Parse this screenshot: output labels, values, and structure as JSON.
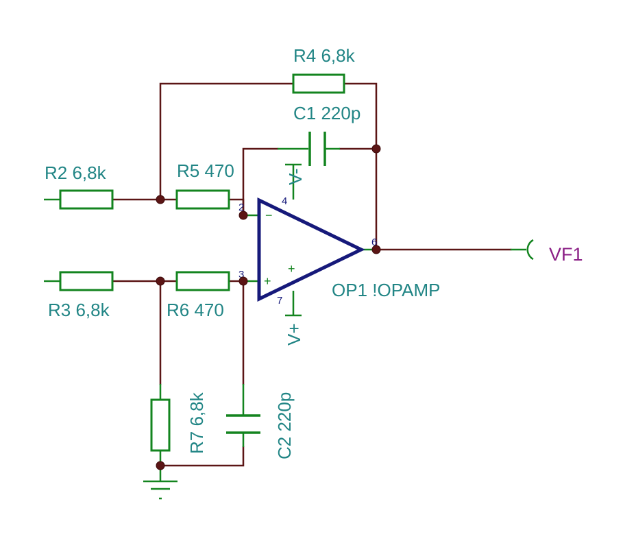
{
  "components": {
    "r4": {
      "name": "R4",
      "value": "6,8k"
    },
    "c1": {
      "name": "C1",
      "value": "220p"
    },
    "r2": {
      "name": "R2",
      "value": "6,8k"
    },
    "r5": {
      "name": "R5",
      "value": "470"
    },
    "r3": {
      "name": "R3",
      "value": "6,8k"
    },
    "r6": {
      "name": "R6",
      "value": "470"
    },
    "r7": {
      "name": "R7",
      "value": "6,8k"
    },
    "c2": {
      "name": "C2",
      "value": "220p"
    },
    "op1": {
      "name": "OP1",
      "value": "!OPAMP"
    }
  },
  "labels": {
    "r4": "R4 6,8k",
    "c1": "C1 220p",
    "r2": "R2 6,8k",
    "r5": "R5 470",
    "r3": "R3 6,8k",
    "r6": "R6 470",
    "r7": "R7 6,8k",
    "c2": "C2 220p",
    "op1": "OP1 !OPAMP"
  },
  "opamp_pins": {
    "inverting": "2",
    "non_inverting": "3",
    "output": "6",
    "neg_supply": "4",
    "pos_supply": "7"
  },
  "opamp_signs": {
    "minus": "−",
    "plus": "+"
  },
  "supplies": {
    "negative": "V-",
    "positive": "V+"
  },
  "output_signal": "VF1",
  "colors": {
    "wire": "#5b1515",
    "component": "#13841f",
    "label": "#218585",
    "opamp": "#16197a",
    "signal": "#8b1f86"
  }
}
